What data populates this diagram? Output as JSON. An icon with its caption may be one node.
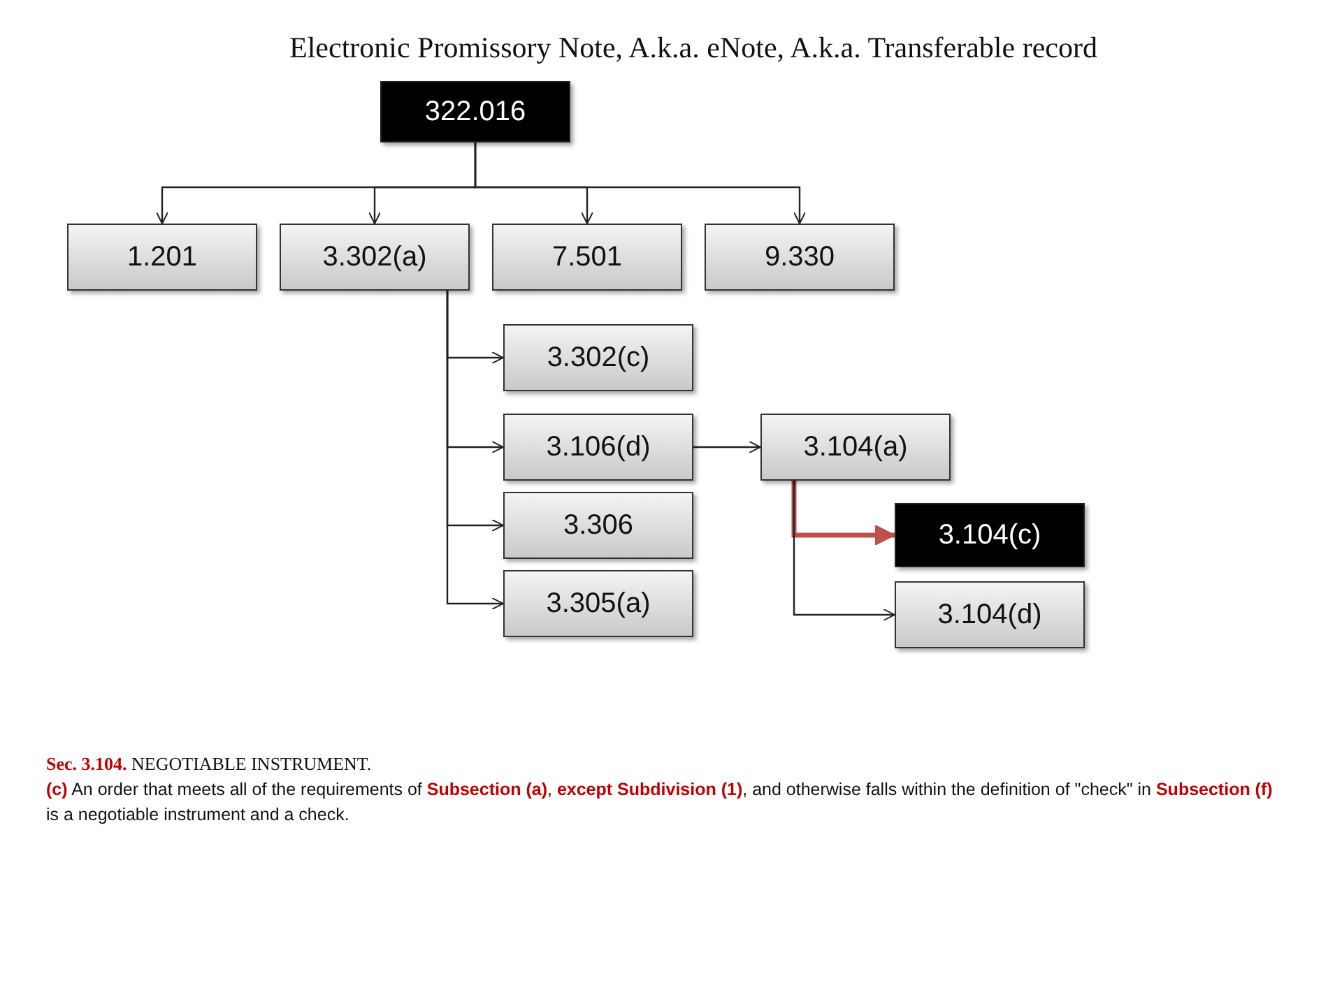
{
  "diagram": {
    "title": "Electronic Promissory Note, A.k.a. eNote, A.k.a. Transferable record",
    "nodes": [
      {
        "text": [
          "322.016"
        ]
      },
      {
        "text": [
          "1.201"
        ]
      },
      {
        "text": [
          "3.302(a)"
        ]
      },
      {
        "text": [
          "7.501"
        ]
      },
      {
        "text": [
          "9.330"
        ]
      },
      {
        "text": [
          "3.302(c)"
        ]
      },
      {
        "text": [
          "3.106(d)"
        ]
      },
      {
        "text": [
          "3.306"
        ]
      },
      {
        "text": [
          "3.305(a)"
        ]
      },
      {
        "text": [
          "3.104(a)"
        ]
      },
      {
        "text": [
          "3.104(c)"
        ]
      },
      {
        "text": [
          "3.104(d)"
        ]
      }
    ],
    "edges": [
      {
        "from": 0,
        "to": 1,
        "arrow": "to"
      },
      {
        "from": 0,
        "to": 2,
        "arrow": "to"
      },
      {
        "from": 0,
        "to": 3,
        "arrow": "to"
      },
      {
        "from": 0,
        "to": 4,
        "arrow": "to"
      },
      {
        "from": 2,
        "to": 5,
        "arrow": "to"
      },
      {
        "from": 2,
        "to": 6,
        "arrow": "to"
      },
      {
        "from": 2,
        "to": 7,
        "arrow": "to"
      },
      {
        "from": 2,
        "to": 8,
        "arrow": "to"
      },
      {
        "from": 6,
        "to": 9,
        "arrow": "to"
      },
      {
        "from": 9,
        "to": 10,
        "arrow": "to",
        "style": "thick",
        "color": "#c0504d"
      },
      {
        "from": 9,
        "to": 11,
        "arrow": "to"
      }
    ],
    "labels": [
      "**Sec. 3.104.** NEGOTIABLE INSTRUMENT.",
      "**(c)** An order that meets all of the requirements of **Subsection (a)**, **except Subdivision (1)**, and otherwise falls within the definition of \"check\" in **Subsection (f)** is a negotiable instrument and a check."
    ]
  }
}
